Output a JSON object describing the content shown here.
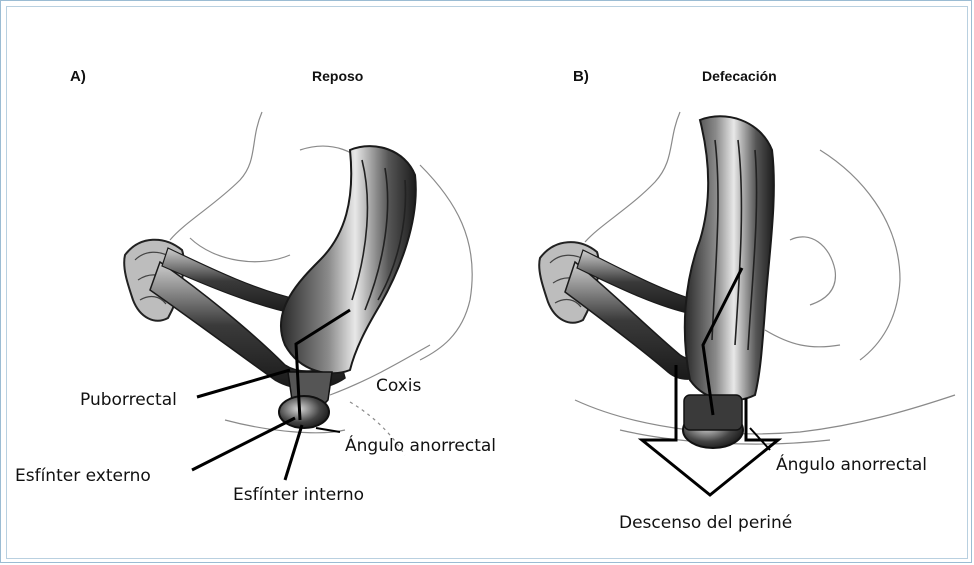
{
  "panels": [
    {
      "letter": "A)",
      "title": "Reposo"
    },
    {
      "letter": "B)",
      "title": "Defecación"
    }
  ],
  "labels_a": {
    "puborrectal": "Puborrectal",
    "coxis": "Coxis",
    "angulo": "Ángulo anorrectal",
    "esfinter_externo": "Esfínter externo",
    "esfinter_interno": "Esfínter interno"
  },
  "labels_b": {
    "angulo": "Ángulo anorrectal",
    "descenso": "Descenso del periné"
  }
}
